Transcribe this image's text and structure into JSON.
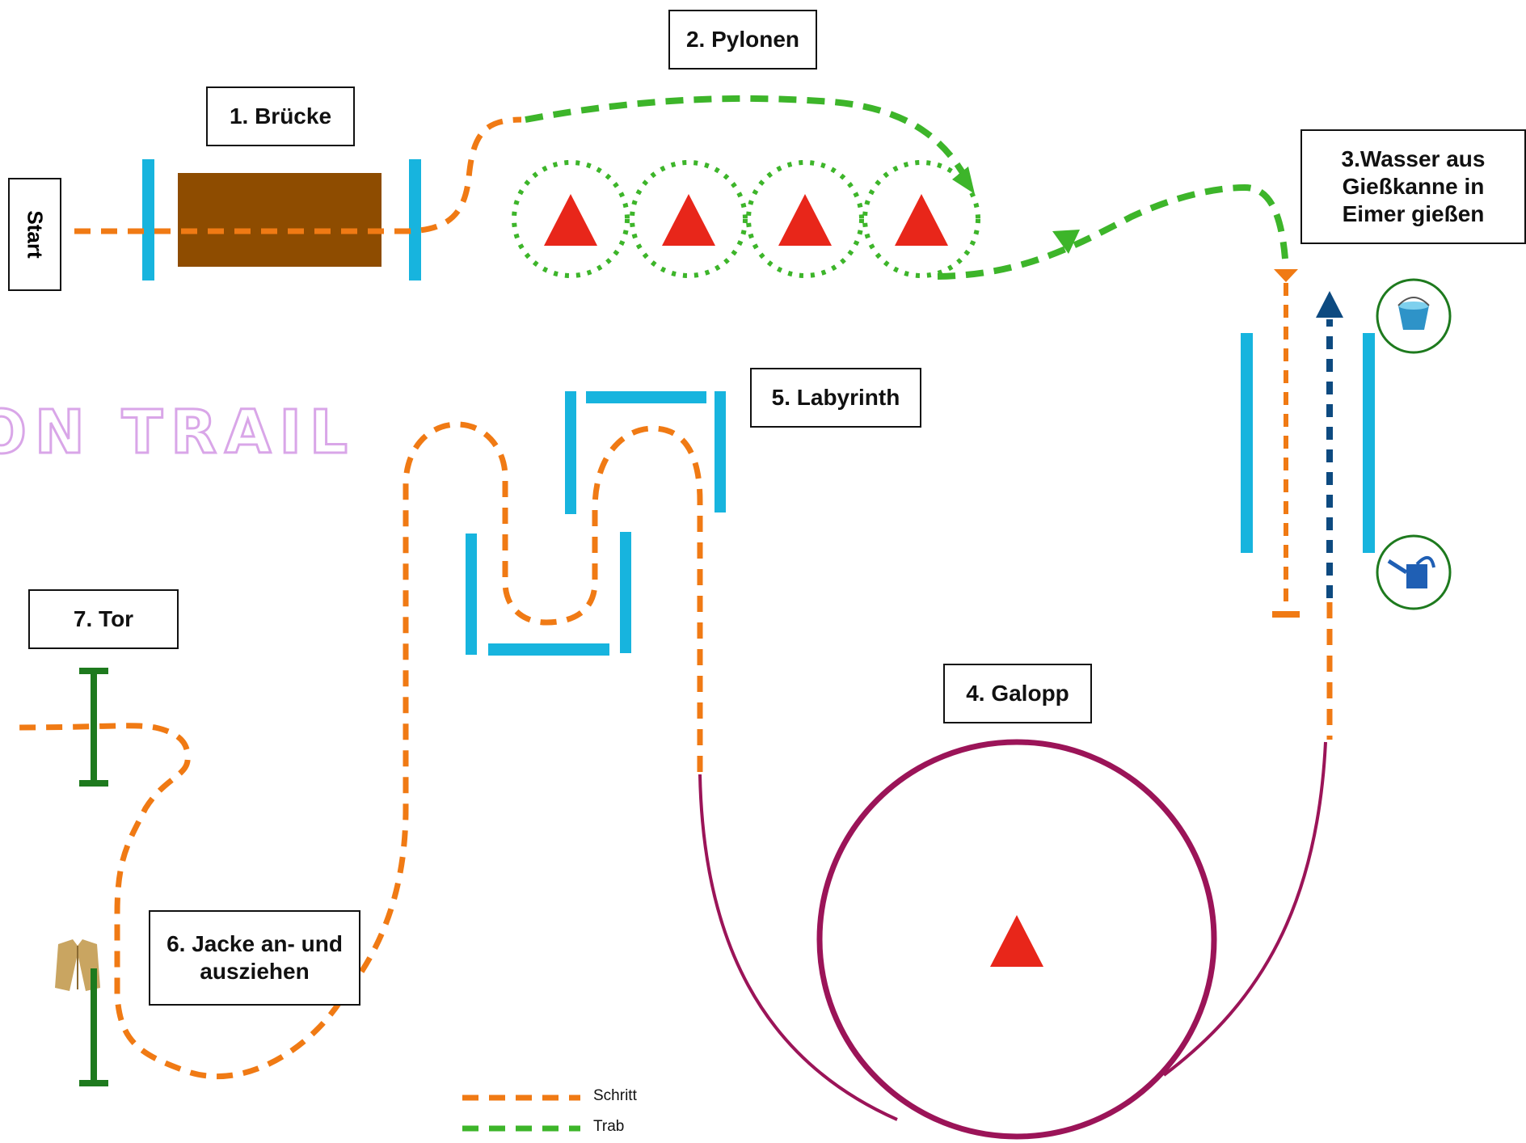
{
  "start_label": "Start",
  "stations": {
    "bruecke": "1. Brücke",
    "pylonen": "2. Pylonen",
    "wasser": "3.Wasser aus Gießkanne in Eimer gießen",
    "galopp": "4. Galopp",
    "labyrinth": "5. Labyrinth",
    "jacke": "6. Jacke an- und ausziehen",
    "tor": "7. Tor"
  },
  "banner_text": "ON TRAIL",
  "legend": [
    {
      "label": "Schritt",
      "color": "#F07A14"
    },
    {
      "label": "Trab",
      "color": "#3DB52A"
    }
  ],
  "colors": {
    "schritt": "#F07A14",
    "trab": "#3DB52A",
    "pole": "#17B4DE",
    "bridge": "#8E4C00",
    "cone": "#E8261A",
    "galopp_circle": "#9B1458",
    "gate": "#1E7A1E",
    "blue_arrow": "#0D4A80"
  },
  "icons": [
    "bucket-icon",
    "watering-can-icon",
    "coat-icon"
  ]
}
